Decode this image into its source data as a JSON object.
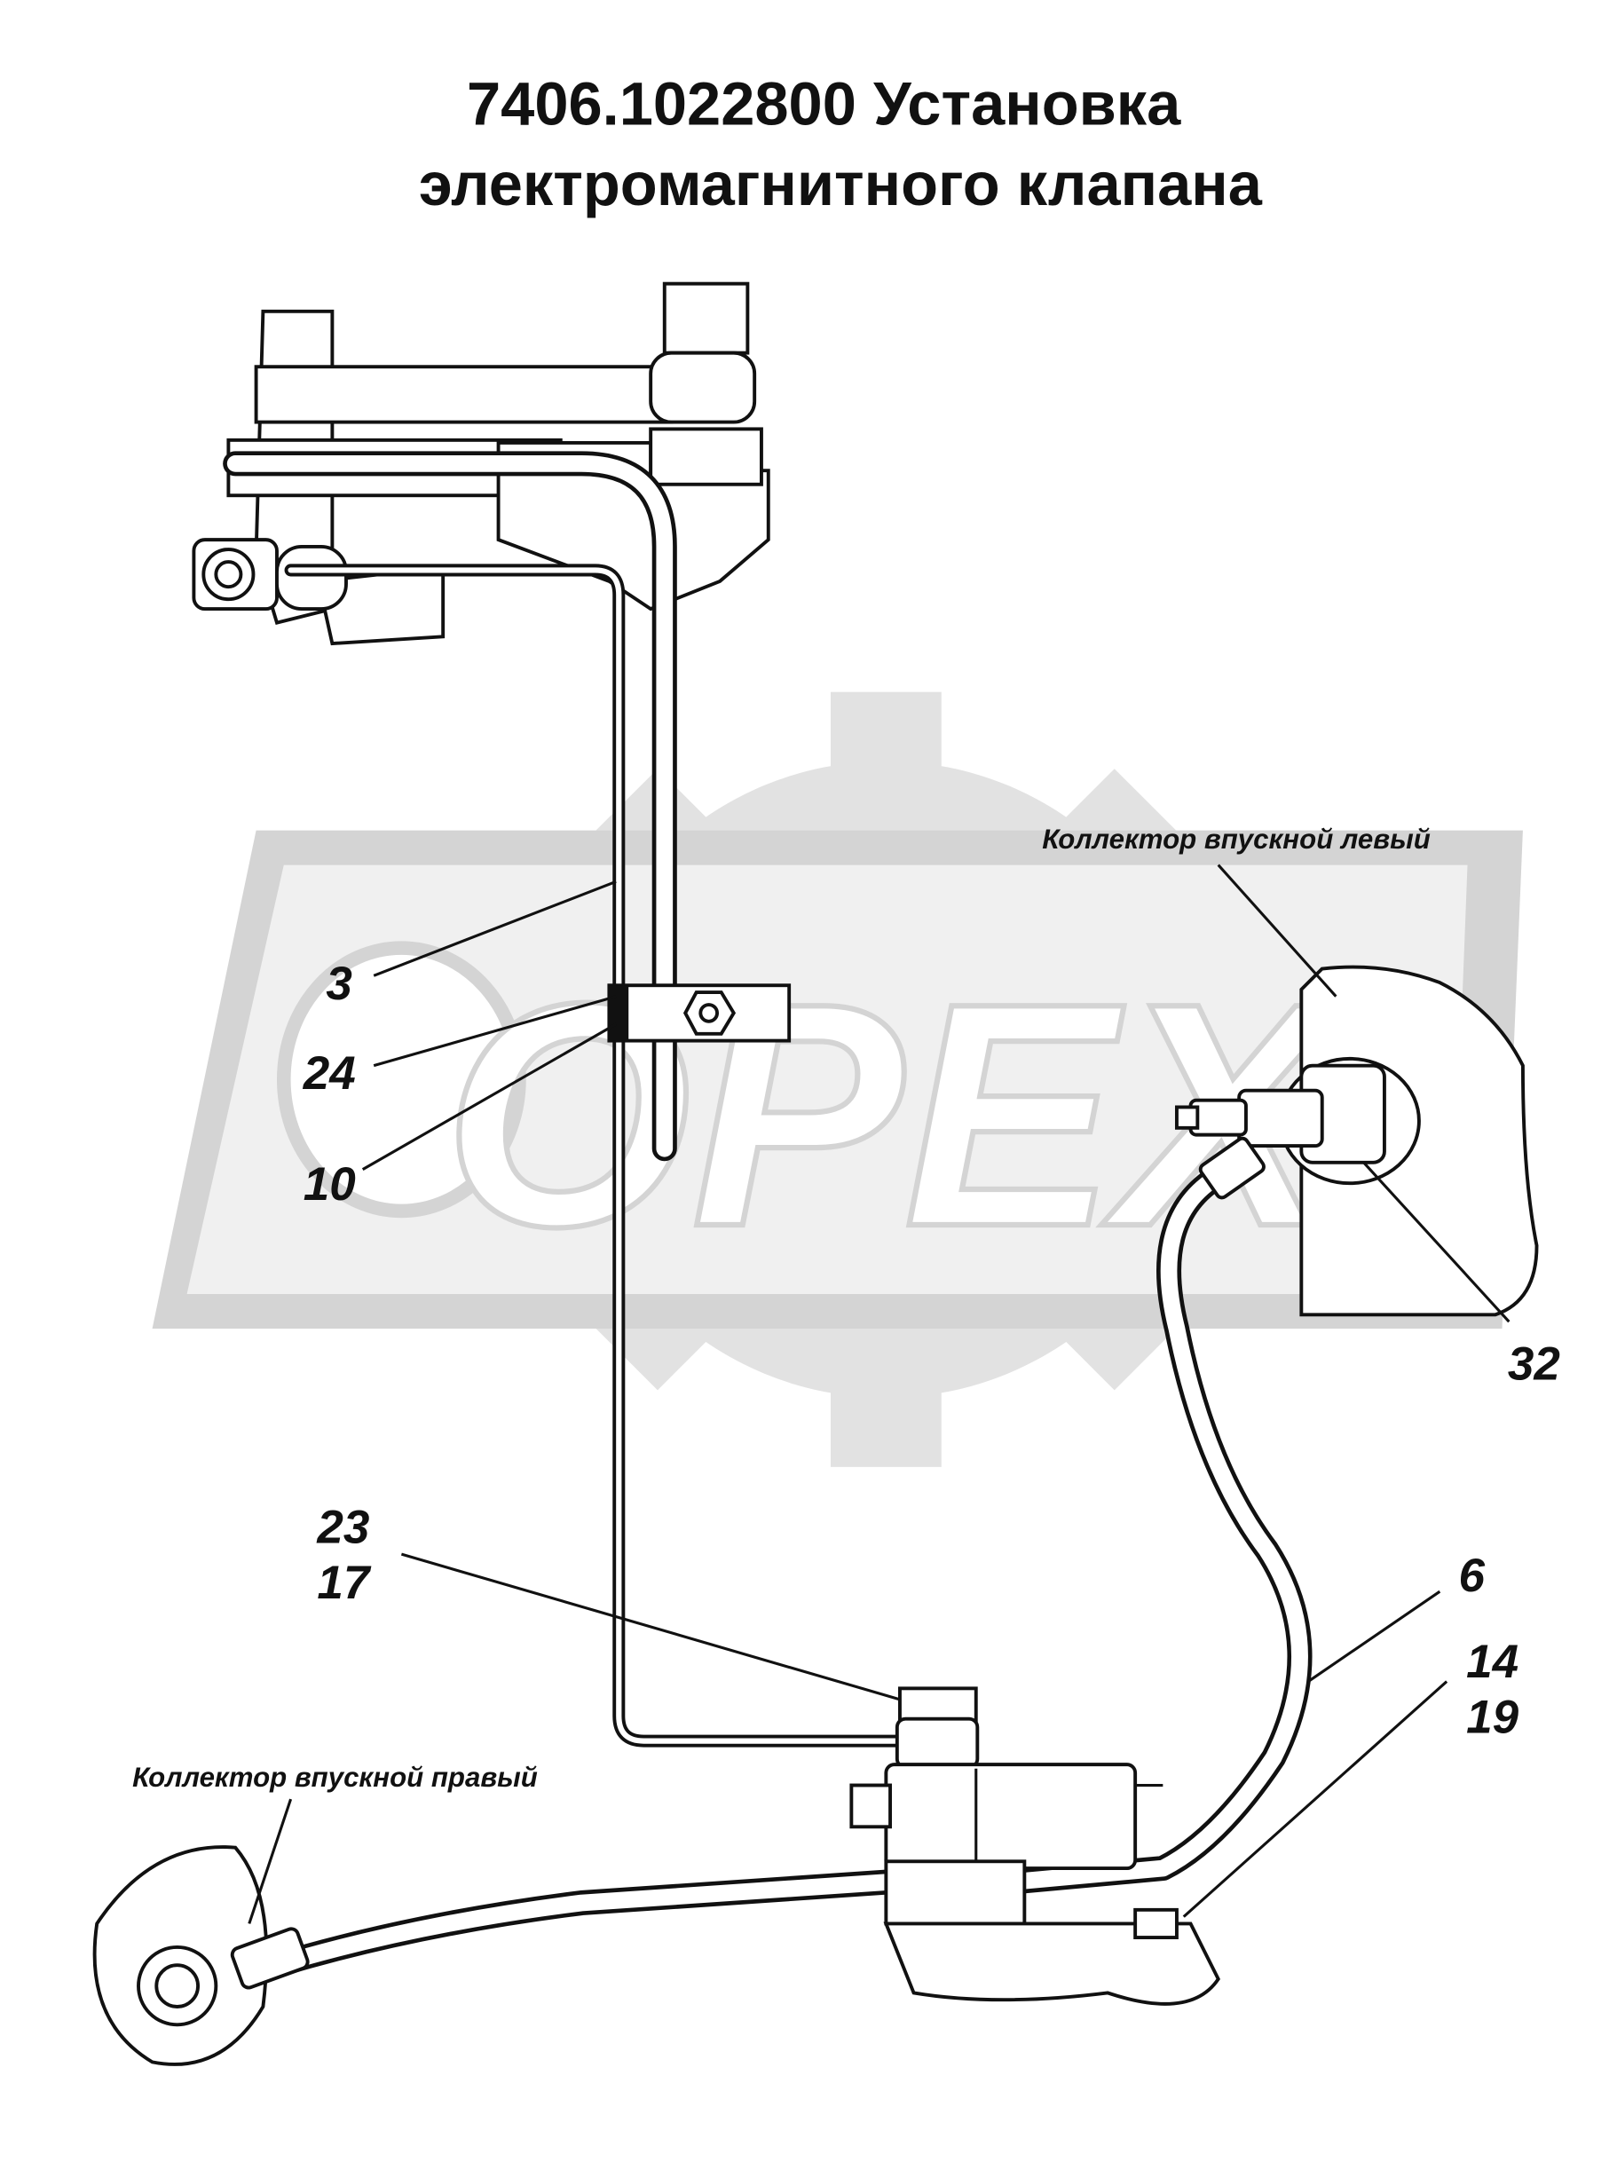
{
  "title": {
    "line1": "7406.1022800 Установка",
    "line2": "электромагнитного клапана"
  },
  "watermark": {
    "text": "OPEX",
    "color": "#d9d9d9"
  },
  "annotations": {
    "left_manifold": "Коллектор впускной левый",
    "right_manifold": "Коллектор впускной правый"
  },
  "callouts": [
    "3",
    "24",
    "10",
    "32",
    "23",
    "17",
    "6",
    "14",
    "19"
  ]
}
